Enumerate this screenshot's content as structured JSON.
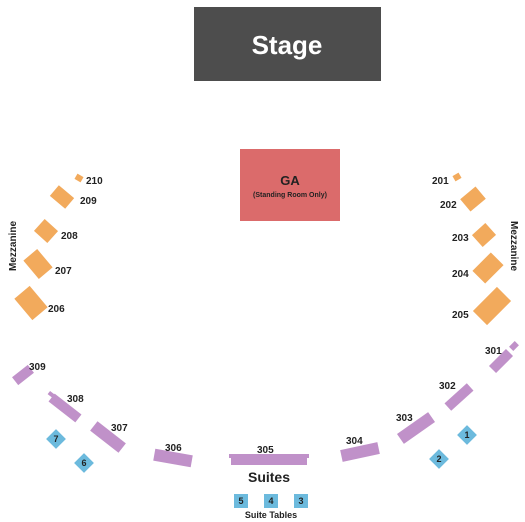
{
  "colors": {
    "stage": "#4d4d4d",
    "ga": "#db6b6b",
    "mezzanine": "#f2aa5c",
    "suites": "#c091c9",
    "tables": "#6cbadd",
    "text": "#222222",
    "stage_text": "#ffffff"
  },
  "stage": {
    "label": "Stage"
  },
  "ga": {
    "label": "GA",
    "sublabel": "(Standing Room Only)"
  },
  "mezzanine": {
    "left_label": "Mezzanine",
    "right_label": "Mezzanine",
    "sections": [
      "210",
      "209",
      "208",
      "207",
      "206",
      "201",
      "202",
      "203",
      "204",
      "205"
    ]
  },
  "suites": {
    "label": "Suites",
    "sections": [
      "309",
      "308",
      "307",
      "306",
      "305",
      "304",
      "303",
      "302",
      "301"
    ]
  },
  "suite_tables": {
    "label": "Suite Tables",
    "tables": [
      "1",
      "2",
      "3",
      "4",
      "5",
      "6",
      "7"
    ]
  }
}
